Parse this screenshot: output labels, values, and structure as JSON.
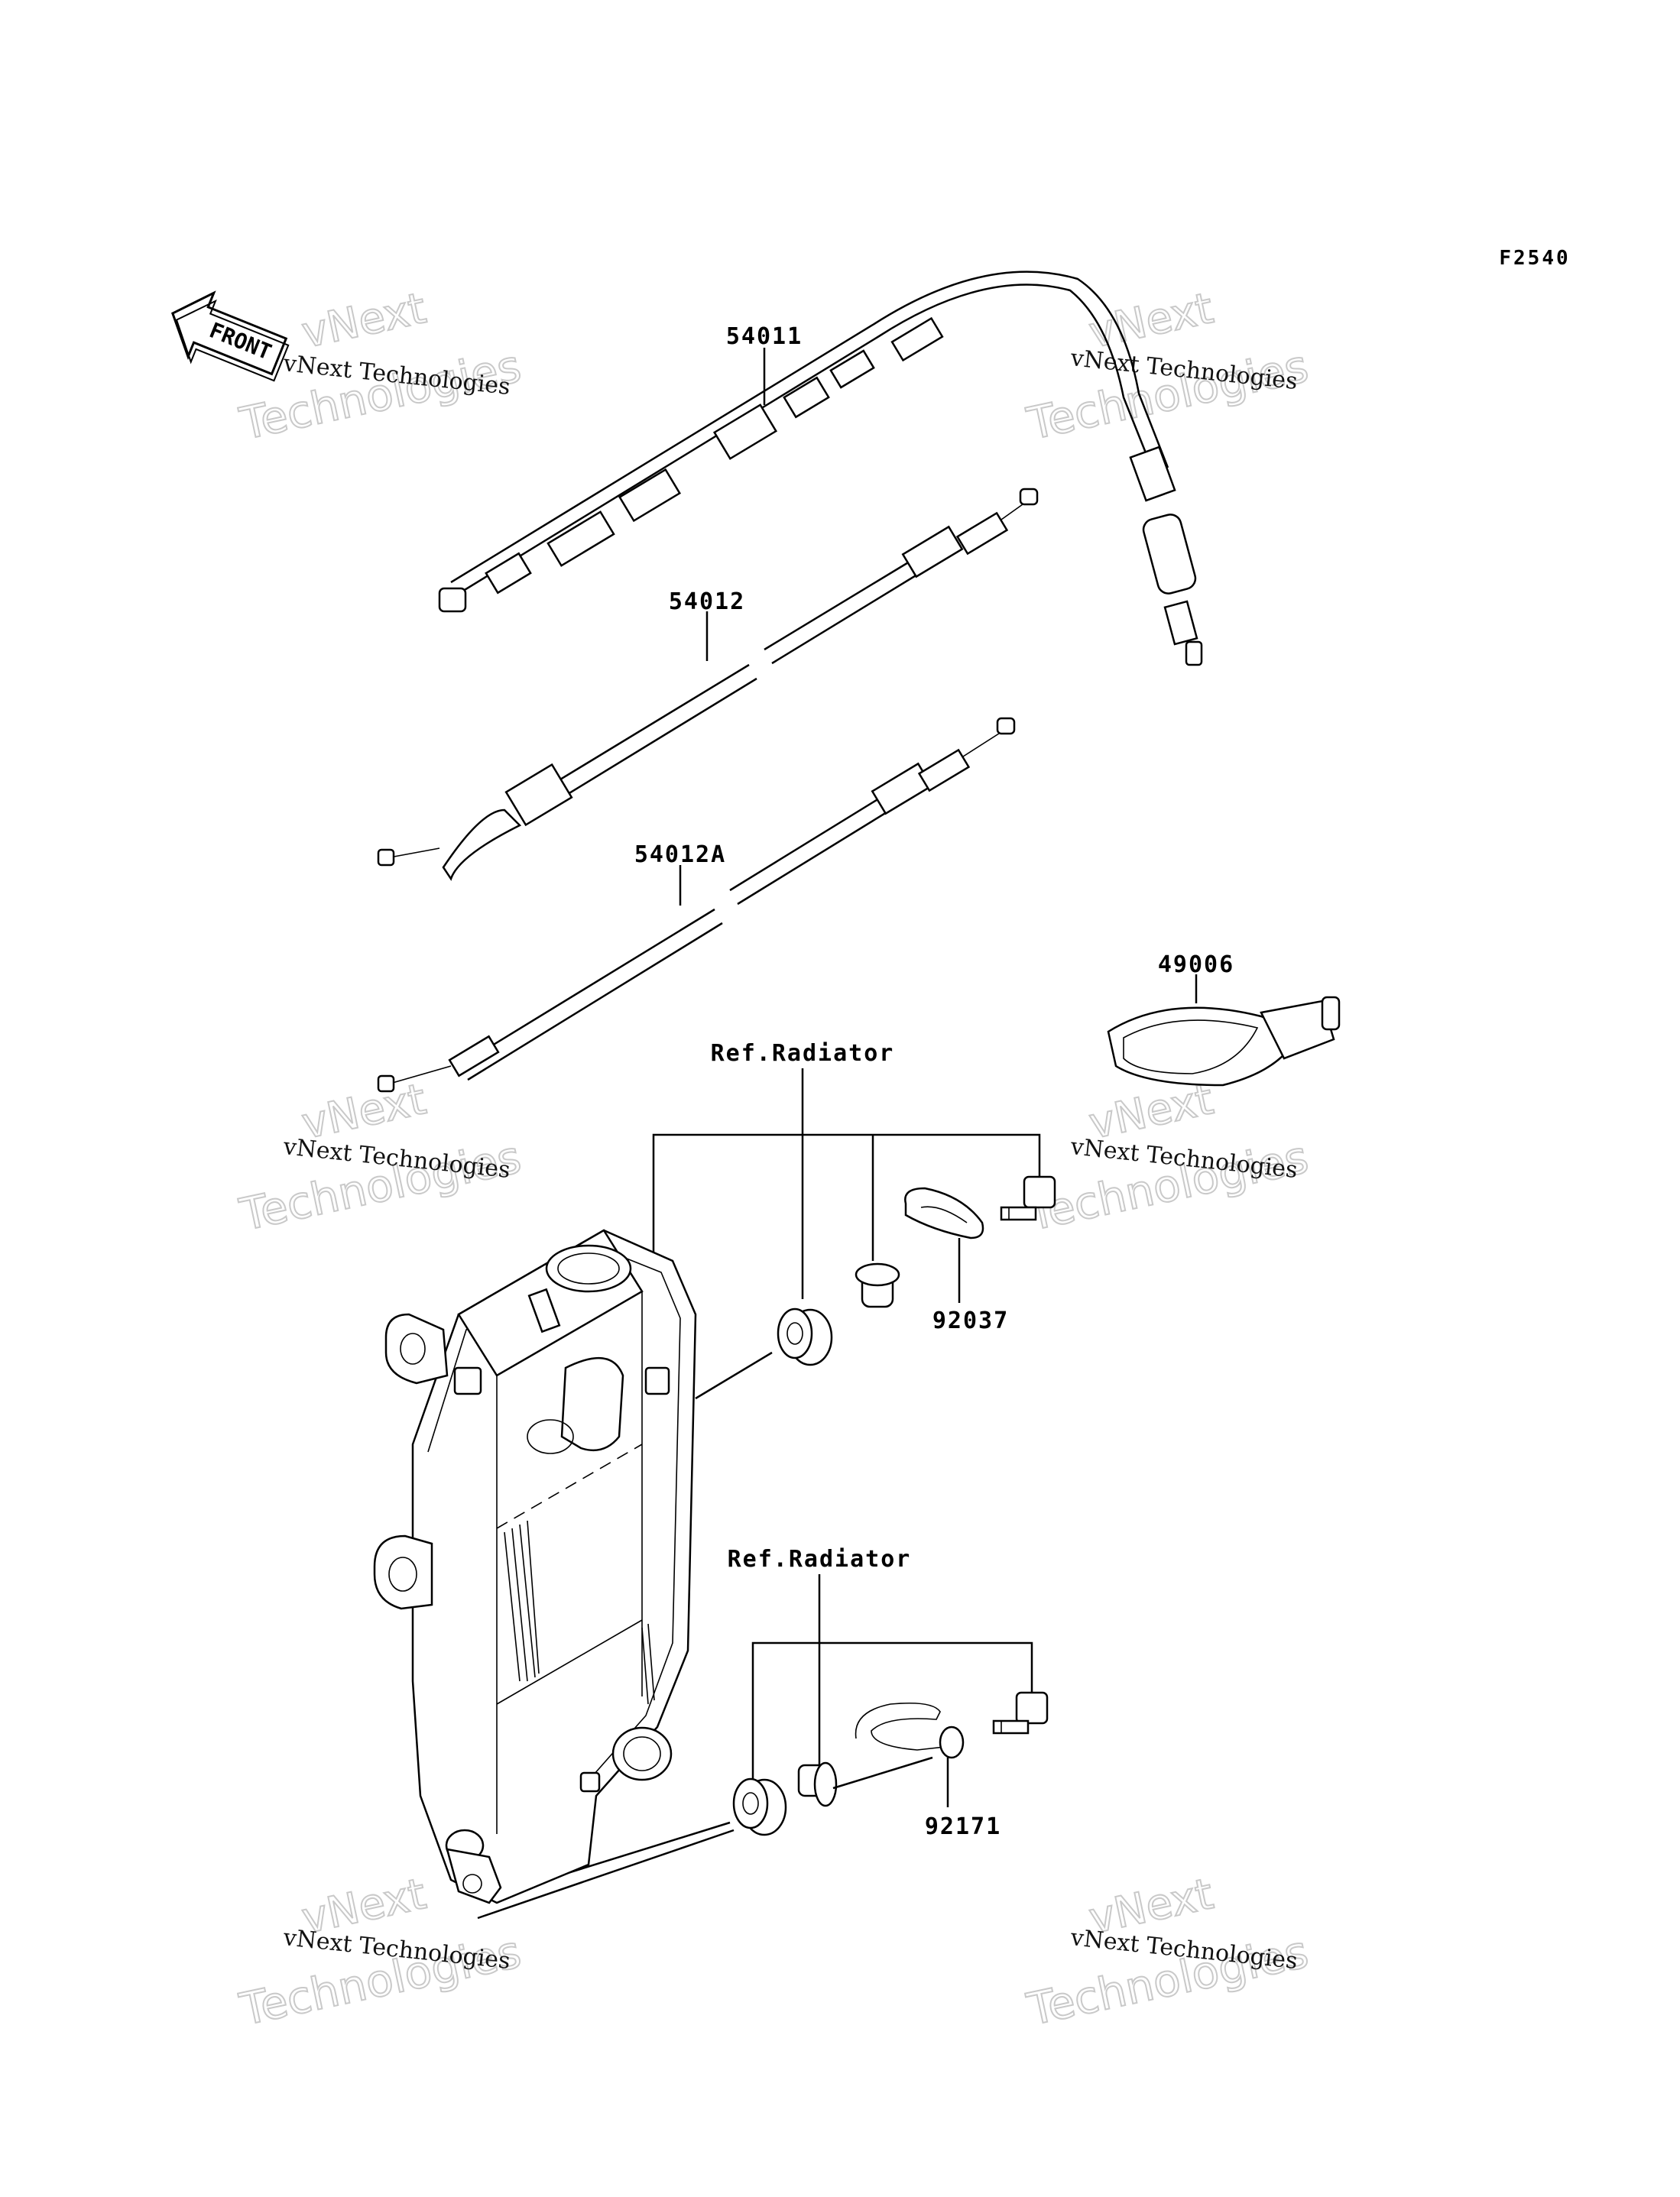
{
  "figure_id": "F2540",
  "front_label": "FRONT",
  "watermark": {
    "line1": "vNext Technologies",
    "line2a": "vNext",
    "line2b": "Technologies"
  },
  "parts": [
    {
      "number": "54011"
    },
    {
      "number": "54012"
    },
    {
      "number": "54012A"
    },
    {
      "number": "49006"
    },
    {
      "number": "92037"
    },
    {
      "number": "92171"
    }
  ],
  "references": [
    {
      "label": "Ref.Radiator"
    },
    {
      "label": "Ref.Radiator"
    }
  ]
}
